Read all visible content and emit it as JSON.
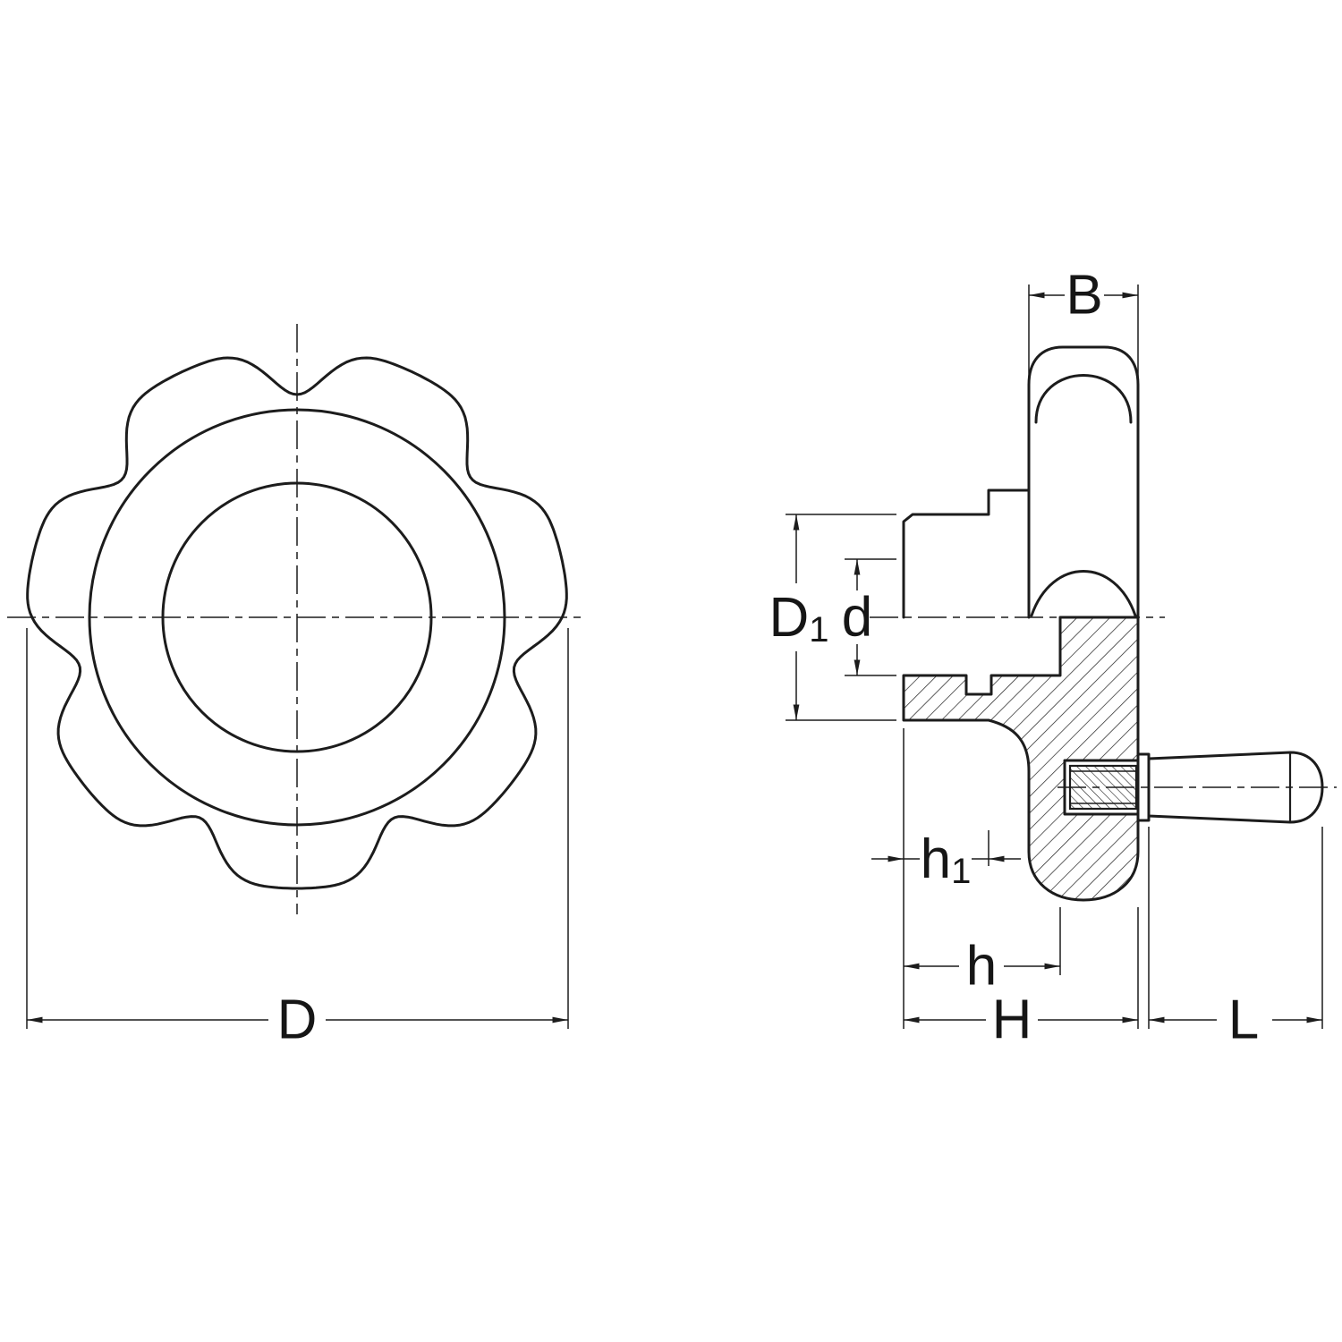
{
  "drawing": {
    "type": "technical-drawing",
    "subject": "lobed handwheel with revolving handle, front view and half-section side view",
    "ink_color": "#1c1c1c",
    "background_color": "#ffffff"
  },
  "labels": {
    "front_view": {
      "outer_diameter": "D"
    },
    "side_view": {
      "rim_width": "B",
      "hub_diameter_main": "D",
      "hub_diameter_sub": "1",
      "bore_diameter": "d",
      "hub_protrusion_main": "h",
      "hub_protrusion_sub": "1",
      "hub_length": "h",
      "total_width": "H",
      "handle_length": "L"
    }
  }
}
